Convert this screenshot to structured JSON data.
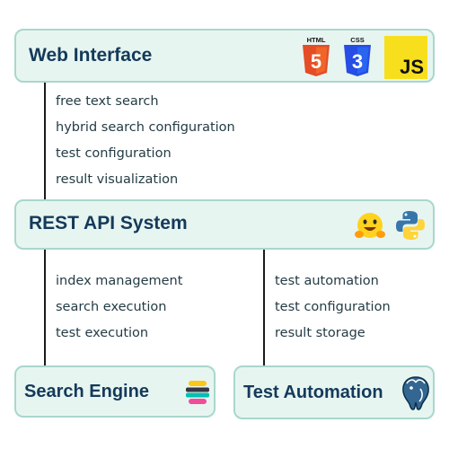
{
  "web_interface": {
    "title": "Web Interface",
    "icons": {
      "html5": "HTML",
      "css3": "CSS",
      "js": "JS"
    },
    "features": [
      "free text search",
      "hybrid search configuration",
      "test configuration",
      "result visualization"
    ]
  },
  "rest_api": {
    "title": "REST API System",
    "icons": [
      "hugging-face-icon",
      "python-icon"
    ],
    "features_left": [
      "index management",
      "search execution",
      "test execution"
    ],
    "features_right": [
      "test automation",
      "test configuration",
      "result storage"
    ]
  },
  "search_engine": {
    "title": "Search Engine",
    "icon": "elasticsearch-icon"
  },
  "test_automation": {
    "title": "Test Automation",
    "icon": "postgresql-icon"
  },
  "colors": {
    "box_fill": "#e7f5f1",
    "box_border": "#a8d7cd",
    "title": "#143a5a",
    "html5": "#e44d26",
    "css3": "#264de4",
    "js": "#f7df1e"
  }
}
